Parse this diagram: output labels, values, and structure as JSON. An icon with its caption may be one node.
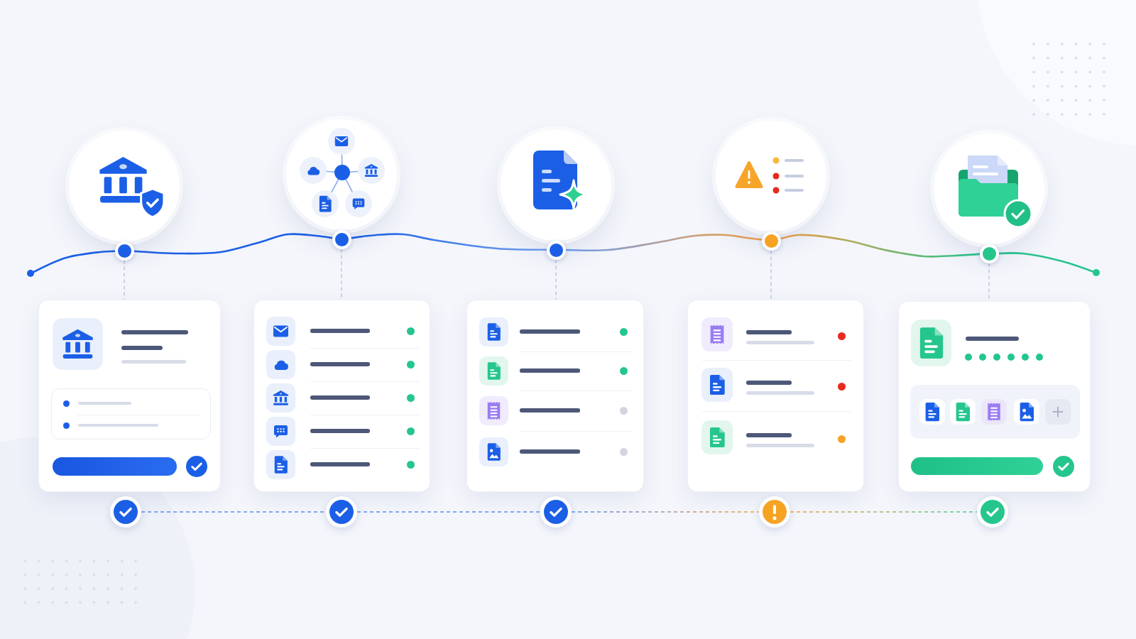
{
  "diagram": {
    "nodes": [
      {
        "text": [],
        "shape": "circle"
      },
      {
        "text": [],
        "shape": "circle"
      },
      {
        "text": [],
        "shape": "circle"
      },
      {
        "text": [],
        "shape": "circle"
      },
      {
        "text": [],
        "shape": "circle"
      },
      {
        "text": [],
        "shape": "circle"
      },
      {
        "text": [],
        "shape": "circle"
      },
      {
        "text": [],
        "shape": "circle"
      },
      {
        "text": [],
        "shape": "circle"
      },
      {
        "text": [],
        "shape": "circle"
      },
      {
        "text": [],
        "shape": "circle"
      },
      {
        "text": [],
        "shape": "circle"
      },
      {
        "text": [],
        "shape": "box"
      },
      {
        "text": [],
        "shape": "box"
      },
      {
        "text": [],
        "shape": "box"
      },
      {
        "text": [],
        "shape": "box"
      },
      {
        "text": [],
        "shape": "box"
      },
      {
        "text": [],
        "shape": "circle"
      },
      {
        "text": [],
        "shape": "circle"
      },
      {
        "text": [],
        "shape": "circle"
      },
      {
        "text": [],
        "shape": "circle"
      },
      {
        "text": [],
        "shape": "circle"
      }
    ],
    "edges": [
      {
        "from": 5,
        "to": 6,
        "arrow": "none",
        "color": "#1b5fe6"
      },
      {
        "from": 6,
        "to": 7,
        "arrow": "none",
        "color": "#1b5fe6"
      },
      {
        "from": 7,
        "to": 8,
        "arrow": "none",
        "color": "#6f9ff0"
      },
      {
        "from": 8,
        "to": 9,
        "arrow": "none",
        "color": "#f5a045"
      },
      {
        "from": 9,
        "to": 10,
        "arrow": "none",
        "color": "#27c48c"
      },
      {
        "from": 10,
        "to": 11,
        "arrow": "none",
        "color": "#27c48c"
      },
      {
        "from": 6,
        "to": 12,
        "arrow": "none",
        "style": "dashed",
        "color": "#c3cadb"
      },
      {
        "from": 7,
        "to": 13,
        "arrow": "none",
        "style": "dashed",
        "color": "#c3cadb"
      },
      {
        "from": 8,
        "to": 14,
        "arrow": "none",
        "style": "dashed",
        "color": "#c3cadb"
      },
      {
        "from": 9,
        "to": 15,
        "arrow": "none",
        "style": "dashed",
        "color": "#c3cadb"
      },
      {
        "from": 10,
        "to": 16,
        "arrow": "none",
        "style": "dashed",
        "color": "#c3cadb"
      },
      {
        "from": 17,
        "to": 18,
        "arrow": "none",
        "style": "dashed",
        "color": "#5b8ef0"
      },
      {
        "from": 18,
        "to": 19,
        "arrow": "none",
        "style": "dashed",
        "color": "#5b8ef0"
      },
      {
        "from": 19,
        "to": 20,
        "arrow": "none",
        "style": "dashed",
        "color": "#f5a045"
      },
      {
        "from": 20,
        "to": 21,
        "arrow": "none",
        "style": "dashed",
        "color": "#4fcf9a"
      }
    ]
  }
}
